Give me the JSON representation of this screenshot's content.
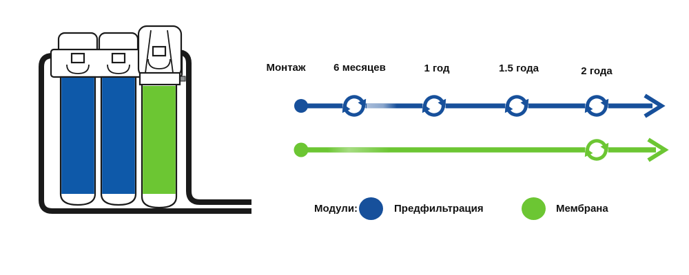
{
  "colors": {
    "timeline_blue": "#17509B",
    "timeline_green": "#6CC633",
    "cartridge_blue": "#0E59A9",
    "cartridge_green": "#6CC633"
  },
  "timeline": {
    "milestones": [
      {
        "label": "Монтаж"
      },
      {
        "label": "6 месяцев"
      },
      {
        "label": "1 год"
      },
      {
        "label": "1.5 года"
      },
      {
        "label": "2 года"
      }
    ],
    "rows": [
      {
        "name": "Предфильтрация",
        "color": "#17509B",
        "replacements_at": [
          "6 месяцев",
          "1 год",
          "1.5 года",
          "2 года"
        ]
      },
      {
        "name": "Мембрана",
        "color": "#6CC633",
        "replacements_at": [
          "2 года"
        ]
      }
    ]
  },
  "legend": {
    "title": "Модули:",
    "items": [
      {
        "label": "Предфильтрация",
        "color": "#17509B"
      },
      {
        "label": "Мембрана",
        "color": "#6CC633"
      }
    ]
  }
}
